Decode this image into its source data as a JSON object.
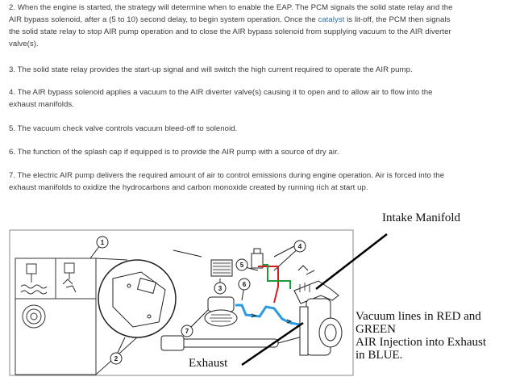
{
  "paragraphs": {
    "p2_a": "2. When the engine is started, the strategy will determine when to enable the EAP. The PCM signals the solid state relay and the AIR bypass solenoid, after a (5 to 10) second delay, to begin system operation. Once the ",
    "p2_link": "catalyst",
    "p2_b": " is lit-off, the PCM then signals the solid state relay to stop AIR pump operation and to close the AIR bypass solenoid from supplying vacuum to the AIR diverter valve(s).",
    "p3": "3. The solid state relay provides the start-up signal and will switch the high current required to operate the AIR pump.",
    "p4": "4. The AIR bypass solenoid applies a vacuum to the AIR diverter valve(s) causing it to open and to allow air to flow into the exhaust manifolds.",
    "p5": "5. The vacuum check valve controls vacuum bleed-off to solenoid.",
    "p6": "6. The function of the splash cap if equipped is to provide the AIR pump with a source of dry air.",
    "p7": "7. The electric AIR pump delivers the required amount of air to control emissions during engine operation. Air is forced into the exhaust manifolds to oxidize the hydrocarbons and carbon monoxide created by running rich at start up."
  },
  "annotations": {
    "intake": "Intake Manifold",
    "exhaust": "Exhaust",
    "legend_line1": "Vacuum lines in RED and",
    "legend_line2": "GREEN",
    "legend_line3": "AIR Injection into Exhaust",
    "legend_line4": "in BLUE."
  },
  "callouts": [
    "1",
    "2",
    "3",
    "4",
    "5",
    "6",
    "7"
  ],
  "colors": {
    "vacuum_red": "#d21f1f",
    "vacuum_green": "#1f9a3a",
    "air_blue": "#2a9be0",
    "link": "#2a6fb8"
  }
}
